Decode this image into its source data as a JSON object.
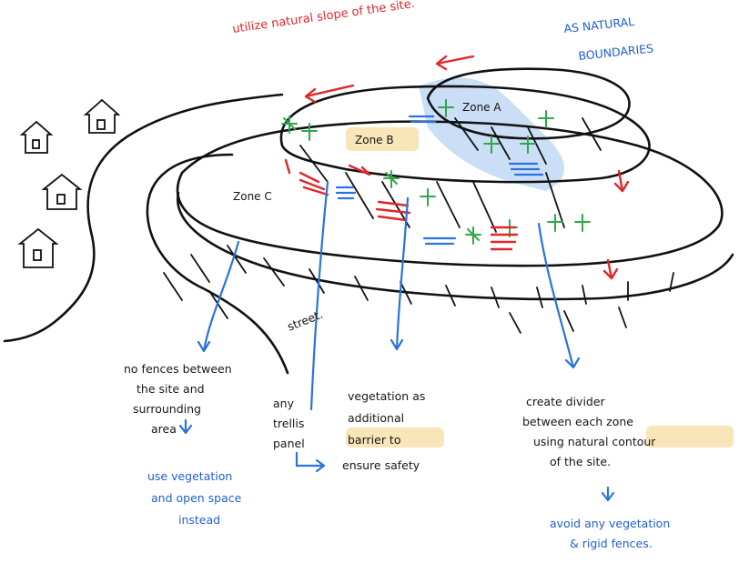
{
  "notes": {
    "top_red": "utilize natural slope of the site.",
    "top_blue_1": "AS NATURAL",
    "top_blue_2": "BOUNDARIES",
    "zone_a": "Zone A",
    "zone_b": "Zone B",
    "zone_c": "Zone C",
    "street": "street.",
    "note1_l1": "no fences between",
    "note1_l2": "the site and",
    "note1_l3": "surrounding",
    "note1_l4": "area",
    "note1_sub_l1": "use vegetation",
    "note1_sub_l2": "and open space",
    "note1_sub_l3": "instead",
    "note2_l1": "any",
    "note2_l2": "trellis",
    "note2_l3": "panel",
    "note3_l1": "vegetation as",
    "note3_l2": "additional",
    "note3_l3": "barrier to",
    "note3_l4": "ensure safety",
    "note4_l1": "create divider",
    "note4_l2": "between each zone",
    "note4_l3": "using natural contour",
    "note4_l4": "of the site.",
    "note4_sub_l1": "avoid any vegetation",
    "note4_sub_l2": "& rigid fences."
  }
}
